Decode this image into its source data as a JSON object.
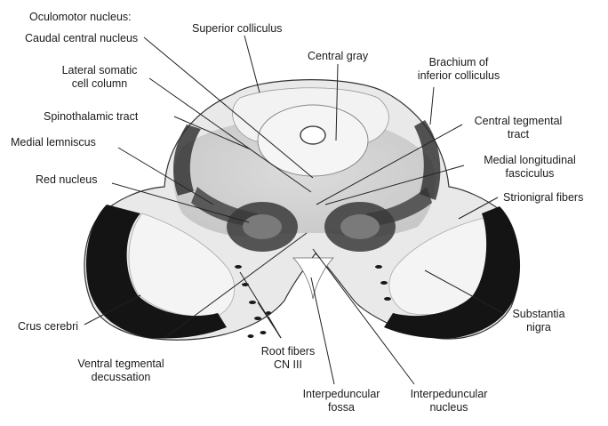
{
  "labels": {
    "oculomotor_nucleus": "Oculomotor nucleus:",
    "caudal_central_nucleus": "Caudal central nucleus",
    "lateral_somatic_1": "Lateral somatic",
    "lateral_somatic_2": "cell column",
    "spinothalamic_tract": "Spinothalamic tract",
    "medial_lemniscus": "Medial lemniscus",
    "red_nucleus": "Red nucleus",
    "crus_cerebri": "Crus cerebri",
    "ventral_tegmental_1": "Ventral tegmental",
    "ventral_tegmental_2": "decussation",
    "root_fibers_1": "Root fibers",
    "root_fibers_2": "CN III",
    "interpeduncular_fossa_1": "Interpeduncular",
    "interpeduncular_fossa_2": "fossa",
    "interpeduncular_nucleus_1": "Interpeduncular",
    "interpeduncular_nucleus_2": "nucleus",
    "superior_colliculus": "Superior colliculus",
    "central_gray": "Central gray",
    "brachium_1": "Brachium of",
    "brachium_2": "inferior colliculus",
    "central_tegmental_1": "Central tegmental",
    "central_tegmental_2": "tract",
    "mlf_1": "Medial longitudinal",
    "mlf_2": "fasciculus",
    "strionigral": "Strionigral fibers",
    "substantia_nigra_1": "Substantia",
    "substantia_nigra_2": "nigra"
  }
}
